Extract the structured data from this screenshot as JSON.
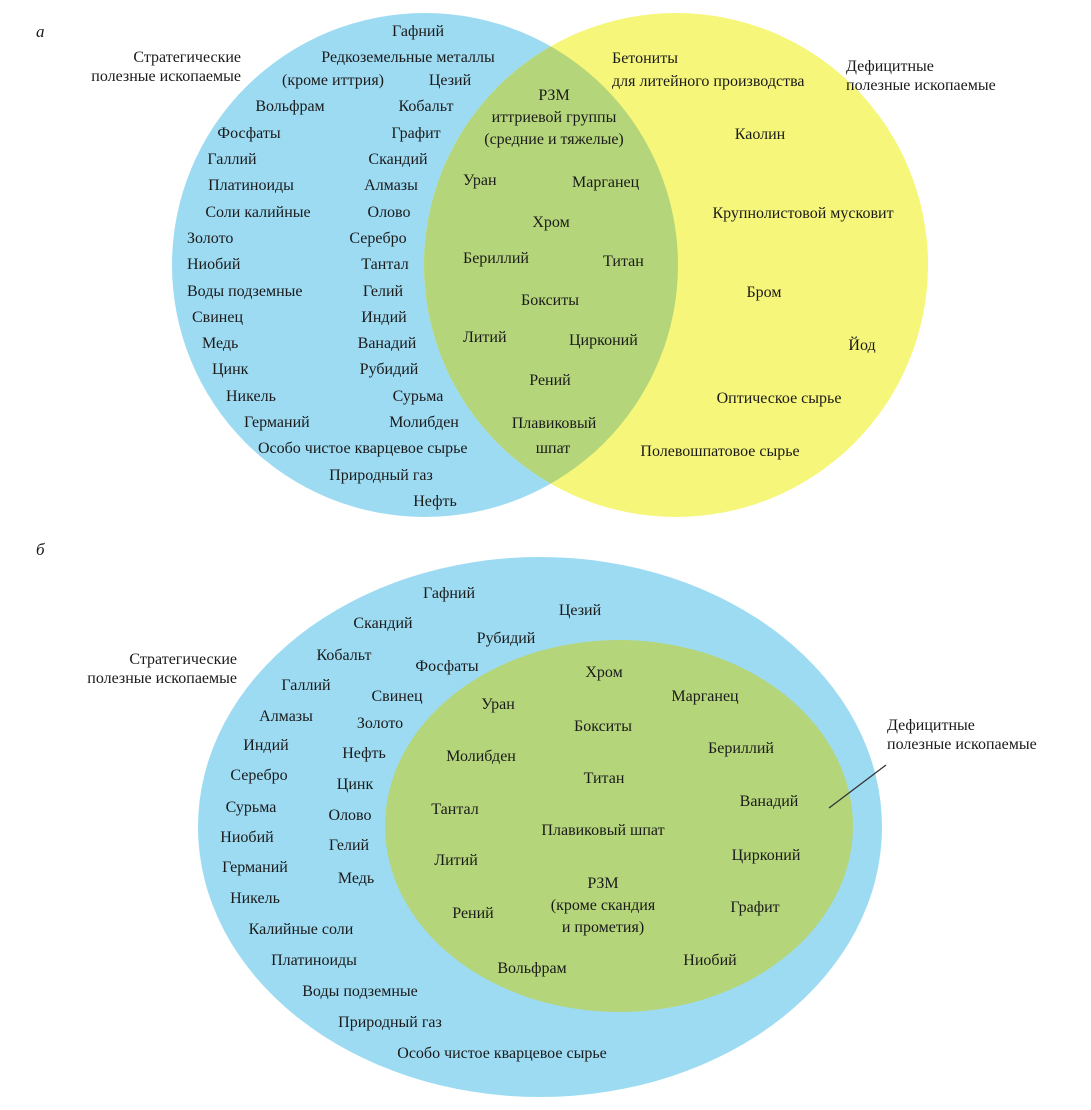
{
  "figure": {
    "panels": [
      {
        "letter": "а",
        "type": "venn-two-sets",
        "sets": {
          "left": {
            "title": "Стратегические\nполезные ископаемые",
            "color": "#9ddbf3"
          },
          "right": {
            "title": "Дефицитные\nполезные ископаемые",
            "color": "#f6f67a"
          },
          "overlap_color": "#b5d57a"
        },
        "left_only": [
          "Гафний",
          "Редкоземельные металлы",
          "(кроме иттрия)",
          "Цезий",
          "Вольфрам",
          "Кобальт",
          "Фосфаты",
          "Графит",
          "Галлий",
          "Скандий",
          "Платиноиды",
          "Алмазы",
          "Соли калийные",
          "Олово",
          "Золото",
          "Серебро",
          "Ниобий",
          "Тантал",
          "Воды подземные",
          "Гелий",
          "Свинец",
          "Индий",
          "Медь",
          "Ванадий",
          "Цинк",
          "Рубидий",
          "Никель",
          "Сурьма",
          "Германий",
          "Молибден",
          "Особо чистое кварцевое сырье",
          "Природный газ",
          "Нефть"
        ],
        "both": [
          "РЗМ",
          "иттриевой группы",
          "(средние и тяжелые)",
          "Уран",
          "Марганец",
          "Хром",
          "Бериллий",
          "Титан",
          "Бокситы",
          "Литий",
          "Цирконий",
          "Рений",
          "Плавиковый",
          "шпат"
        ],
        "right_only": [
          "Бетониты",
          "для литейного производства",
          "Каолин",
          "Крупнолистовой мусковит",
          "Бром",
          "Йод",
          "Оптическое сырье",
          "Полевошпатовое сырье"
        ]
      },
      {
        "letter": "б",
        "type": "nested-sets",
        "sets": {
          "outer": {
            "title": "Стратегические\nполезные ископаемые",
            "color": "#9ddbf3"
          },
          "inner": {
            "title": "Дефицитные\nполезные ископаемые",
            "color": "#b5d57a"
          }
        },
        "outer_only": [
          "Гафний",
          "Цезий",
          "Скандий",
          "Рубидий",
          "Кобальт",
          "Фосфаты",
          "Галлий",
          "Свинец",
          "Алмазы",
          "Золото",
          "Индий",
          "Нефть",
          "Серебро",
          "Цинк",
          "Сурьма",
          "Олово",
          "Ниобий",
          "Гелий",
          "Германий",
          "Медь",
          "Никель",
          "Калийные соли",
          "Платиноиды",
          "Воды подземные",
          "Природный газ",
          "Особо чистое кварцевое сырье"
        ],
        "inner": [
          "Хром",
          "Уран",
          "Марганец",
          "Бокситы",
          "Молибден",
          "Бериллий",
          "Титан",
          "Ванадий",
          "Тантал",
          "Плавиковый шпат",
          "Цирконий",
          "Литий",
          "РЗМ\n(кроме скандия\nи прометия)",
          "Графит",
          "Рений",
          "Вольфрам",
          "Ниобий"
        ]
      }
    ]
  }
}
